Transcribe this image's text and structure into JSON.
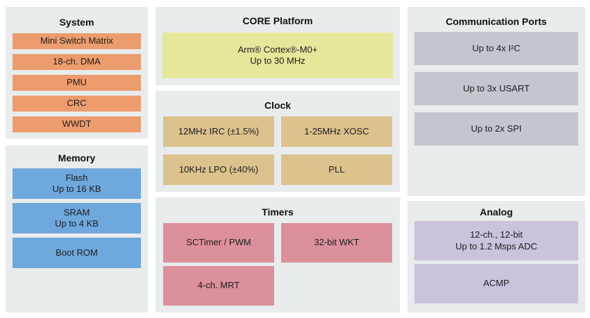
{
  "diagram": {
    "panels": {
      "system": {
        "title": "System",
        "blocks": [
          "Mini Switch Matrix",
          "18-ch. DMA",
          "PMU",
          "CRC",
          "WWDT"
        ]
      },
      "memory": {
        "title": "Memory",
        "blocks": [
          "Flash\nUp to 16 KB",
          "SRAM\nUp to 4 KB",
          "Boot ROM"
        ]
      },
      "core": {
        "title": "CORE Platform",
        "blocks": [
          "Arm® Cortex®-M0+\nUp to 30 MHz"
        ]
      },
      "clock": {
        "title": "Clock",
        "blocks": [
          "12MHz IRC (±1.5%)",
          "1-25MHz XOSC",
          "10KHz LPO (±40%)",
          "PLL"
        ]
      },
      "timers": {
        "title": "Timers",
        "blocks": [
          "SCTimer / PWM",
          "32-bit WKT",
          "4-ch. MRT"
        ]
      },
      "comm": {
        "title": "Communication Ports",
        "blocks": [
          "Up to 4x I²C",
          "Up to 3x USART",
          "Up to 2x SPI"
        ]
      },
      "analog": {
        "title": "Analog",
        "blocks": [
          "12-ch., 12-bit\nUp to 1.2 Msps ADC",
          "ACMP"
        ]
      }
    },
    "colors": {
      "panel_bg": "#E8ECEC",
      "system_block": "#EC9C6D",
      "memory_block": "#6FA8DC",
      "core_block": "#E5E89A",
      "clock_block": "#DCC28D",
      "timers_block": "#DC909B",
      "comm_block": "#C2C7CD",
      "analog_block": "#CCC2DC"
    }
  }
}
